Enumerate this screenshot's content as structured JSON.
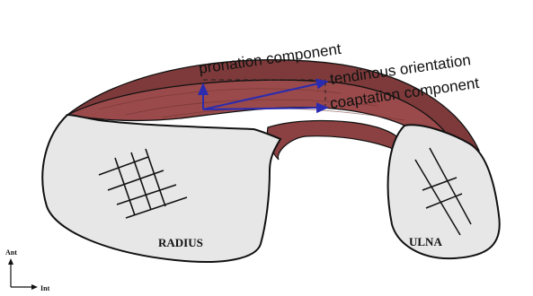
{
  "labels": {
    "pronation": "pronation component",
    "tendinous": "tendinous orientation",
    "coaptation": "coaptation component"
  },
  "bones": {
    "radius": "RADIUS",
    "ulna": "ULNA"
  },
  "axes": {
    "anterior": "Ant",
    "internal": "Int"
  },
  "colors": {
    "muscle": "#9a4a4a",
    "muscle_dark": "#6e2f2f",
    "bone": "#e7e7e8",
    "vector": "#2b2bb0",
    "outline": "#111111"
  }
}
